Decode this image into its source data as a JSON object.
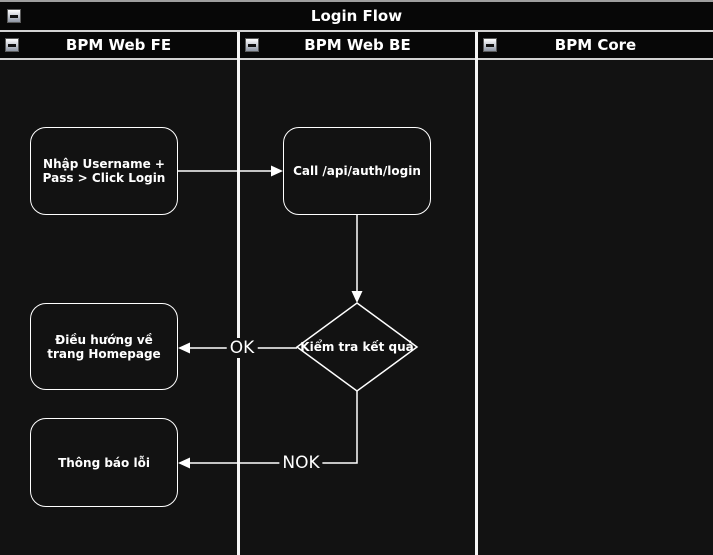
{
  "title_bar": {
    "title": "Login Flow"
  },
  "lanes": [
    {
      "label": "BPM Web FE"
    },
    {
      "label": "BPM Web BE"
    },
    {
      "label": "BPM Core"
    }
  ],
  "nodes": [
    {
      "id": "input",
      "type": "rounded-rect",
      "lane": "BPM Web FE",
      "label": "Nhập Username + Pass > Click Login"
    },
    {
      "id": "call",
      "type": "rounded-rect",
      "lane": "BPM Web BE",
      "label": "Call /api/auth/login"
    },
    {
      "id": "check",
      "type": "decision-diamond",
      "lane": "BPM Web BE",
      "label": "Kiểm tra kết quả"
    },
    {
      "id": "home",
      "type": "rounded-rect",
      "lane": "BPM Web FE",
      "label": "Điều hướng về trang Homepage"
    },
    {
      "id": "error",
      "type": "rounded-rect",
      "lane": "BPM Web FE",
      "label": "Thông báo lỗi"
    }
  ],
  "edges": [
    {
      "from": "input",
      "to": "call",
      "label": ""
    },
    {
      "from": "call",
      "to": "check",
      "label": ""
    },
    {
      "from": "check",
      "to": "home",
      "label": "OK"
    },
    {
      "from": "check",
      "to": "error",
      "label": "NOK"
    }
  ],
  "colors": {
    "background": "#121212",
    "bar_background": "#070707",
    "line": "#ffffff",
    "separator": "#d2d2d2",
    "text": "#ffffff"
  }
}
